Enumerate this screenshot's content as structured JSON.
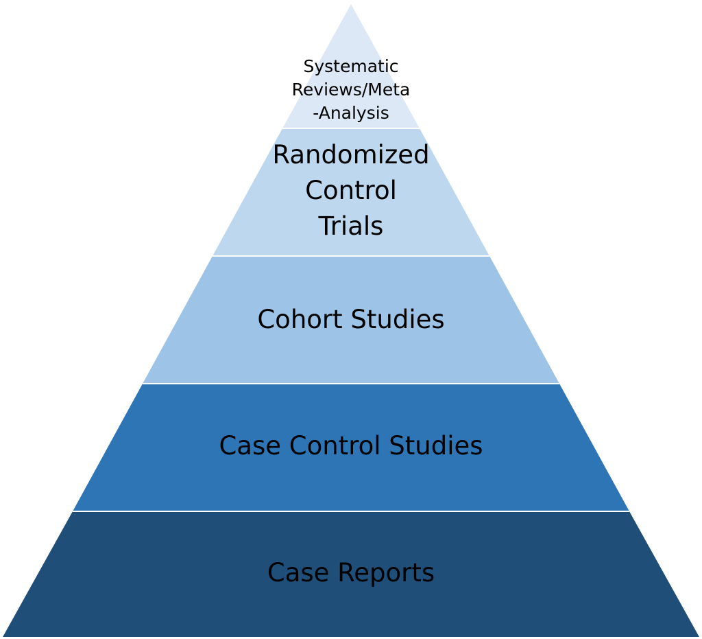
{
  "pyramid": {
    "tiers": [
      {
        "label": "Systematic\nReviews/Meta\n-Analysis",
        "color": "#dce8f6"
      },
      {
        "label": "Randomized\nControl\nTrials",
        "color": "#bdd7ee"
      },
      {
        "label": "Cohort Studies",
        "color": "#9dc3e6"
      },
      {
        "label": "Case Control Studies",
        "color": "#2e75b6"
      },
      {
        "label": "Case Reports",
        "color": "#1f4e79"
      }
    ],
    "divider_color": "#ffffff"
  }
}
